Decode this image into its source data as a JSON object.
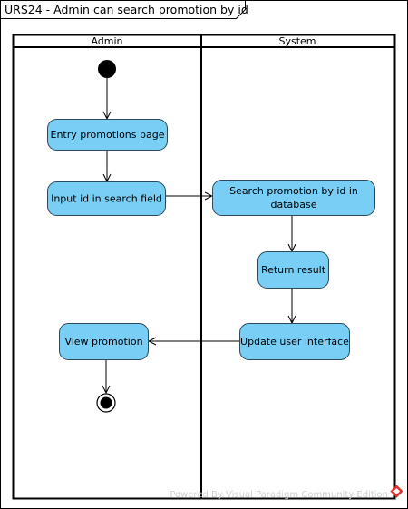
{
  "diagram": {
    "title": "URS24 - Admin can search promotion by id",
    "lanes": [
      {
        "id": "admin",
        "label": "Admin"
      },
      {
        "id": "system",
        "label": "System"
      }
    ],
    "actions": [
      {
        "id": "entry",
        "label_lines": [
          "Entry promotions page"
        ]
      },
      {
        "id": "input",
        "label_lines": [
          "Input id in search field"
        ]
      },
      {
        "id": "search",
        "label_lines": [
          "Search promotion by id in",
          "database"
        ]
      },
      {
        "id": "return",
        "label_lines": [
          "Return result"
        ]
      },
      {
        "id": "update",
        "label_lines": [
          "Update user interface"
        ]
      },
      {
        "id": "view",
        "label_lines": [
          "View promotion"
        ]
      }
    ],
    "flows": [
      {
        "from": "initial",
        "to": "entry"
      },
      {
        "from": "entry",
        "to": "input"
      },
      {
        "from": "input",
        "to": "search"
      },
      {
        "from": "search",
        "to": "return"
      },
      {
        "from": "return",
        "to": "update"
      },
      {
        "from": "update",
        "to": "view"
      },
      {
        "from": "view",
        "to": "final"
      }
    ],
    "watermark": "Powered By Visual Paradigm Community Edition",
    "colors": {
      "action_fill": "#79cef5",
      "action_stroke": "#2b4a5a",
      "line": "#000000",
      "watermark": "#cfcfcf",
      "logo": "#e0312d"
    }
  }
}
